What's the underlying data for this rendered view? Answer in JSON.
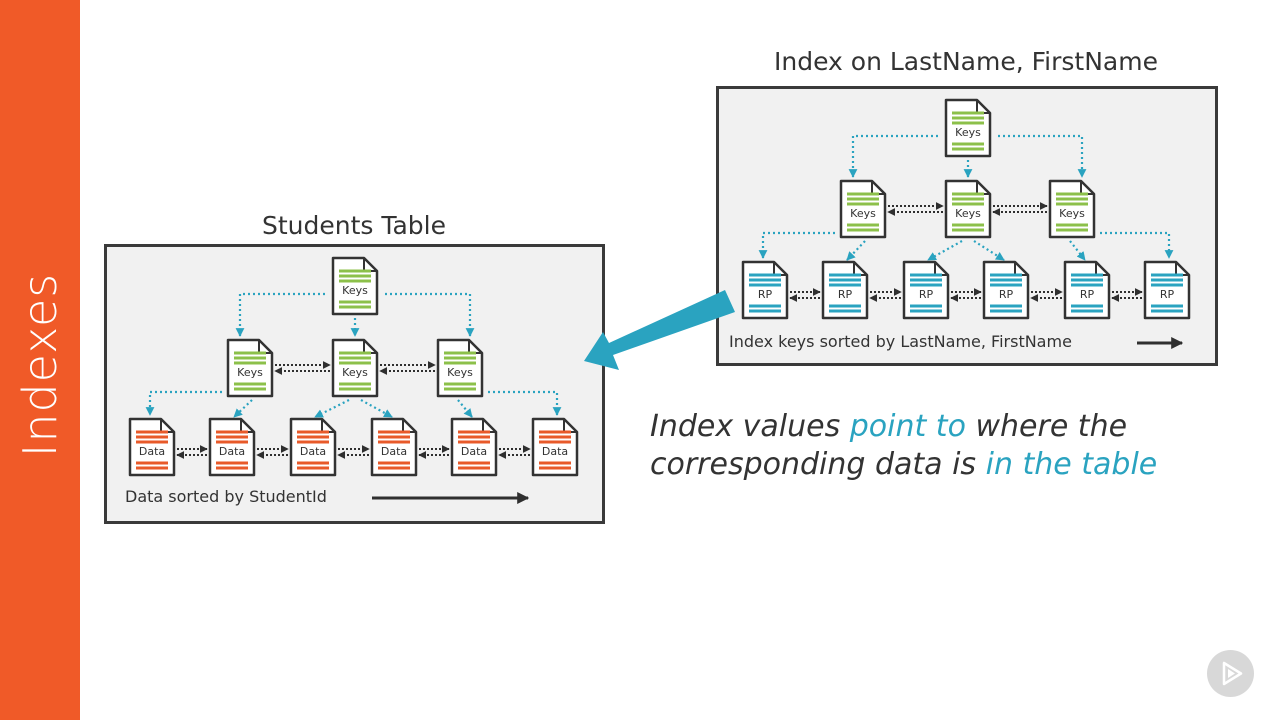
{
  "sidebar": {
    "title": "Indexes"
  },
  "students_table": {
    "title": "Students Table",
    "caption": "Data sorted by StudentId",
    "root_label": "Keys",
    "inner_label": "Keys",
    "leaf_label": "Data"
  },
  "index": {
    "title": "Index on LastName, FirstName",
    "caption": "Index keys sorted by LastName, FirstName",
    "root_label": "Keys",
    "inner_label": "Keys",
    "leaf_label": "RP"
  },
  "statement": {
    "p1": "Index values ",
    "h1": "point to",
    "p2": " where the corresponding data is ",
    "h2": "in the table"
  },
  "colors": {
    "accent_orange": "#f05a28",
    "key_lines": "#8cc04a",
    "data_lines": "#e85a2a",
    "rp_lines": "#2aa3c0",
    "pointer_arrow": "#2aa3c0"
  },
  "icons": {
    "logo": "play-logo-icon"
  }
}
